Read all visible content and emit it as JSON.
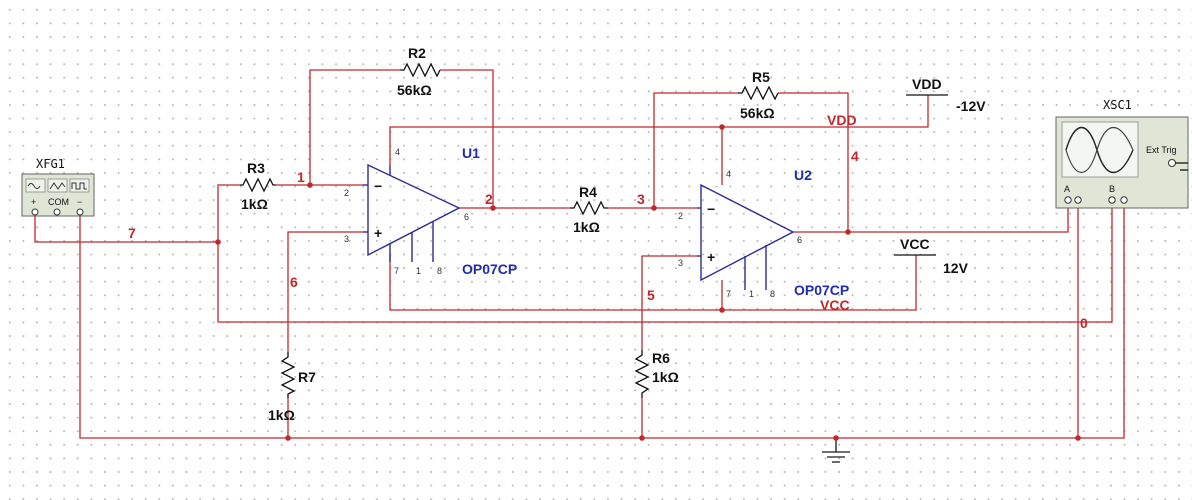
{
  "colors": {
    "wire": "#c0282c",
    "component": "#2b2b9b",
    "reference": "#1f2bb0",
    "text": "#111111"
  },
  "instruments": {
    "function_generator": {
      "name": "XFG1",
      "terminals": [
        "+",
        "COM",
        "−"
      ]
    },
    "oscilloscope": {
      "name": "XSC1",
      "channels": [
        "A",
        "B"
      ],
      "ext_trigger": "Ext Trig"
    }
  },
  "resistors": {
    "r2": {
      "ref": "R2",
      "value": "56kΩ"
    },
    "r3": {
      "ref": "R3",
      "value": "1kΩ"
    },
    "r4": {
      "ref": "R4",
      "value": "1kΩ"
    },
    "r5": {
      "ref": "R5",
      "value": "56kΩ"
    },
    "r6": {
      "ref": "R6",
      "value": "1kΩ"
    },
    "r7": {
      "ref": "R7",
      "value": "1kΩ"
    }
  },
  "opamps": {
    "u1": {
      "ref": "U1",
      "part": "OP07CP",
      "pins": {
        "inv": "2",
        "noninv": "3",
        "out": "6",
        "vp": "4",
        "vn": "7",
        "n1": "1",
        "n8": "8"
      }
    },
    "u2": {
      "ref": "U2",
      "part": "OP07CP",
      "pins": {
        "inv": "2",
        "noninv": "3",
        "out": "6",
        "vp": "4",
        "vn": "7",
        "n1": "1",
        "n8": "8"
      }
    }
  },
  "supplies": {
    "vdd": {
      "name": "VDD",
      "voltage": "-12V",
      "net": "VDD"
    },
    "vcc": {
      "name": "VCC",
      "voltage": "12V",
      "net": "VCC"
    }
  },
  "nets": {
    "n0": "0",
    "n1": "1",
    "n2": "2",
    "n3": "3",
    "n4": "4",
    "n5": "5",
    "n6": "6",
    "n7": "7"
  }
}
